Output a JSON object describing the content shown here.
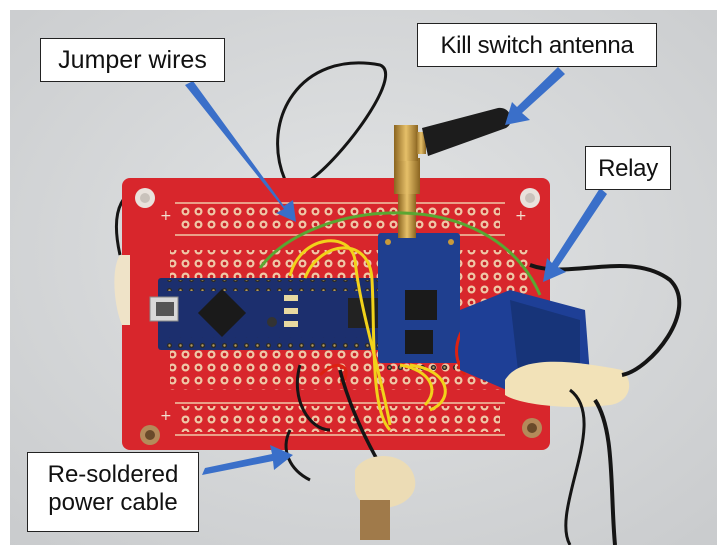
{
  "labels": {
    "jumper_wires": "Jumper wires",
    "kill_switch_antenna": "Kill switch antenna",
    "relay": "Relay",
    "power_cable_line1": "Re-soldered",
    "power_cable_line2": "power cable"
  },
  "colors": {
    "background": "#d9dbdc",
    "board_red": "#d8262c",
    "arduino_blue": "#1c2f6e",
    "rf_module_blue": "#1f3f8f",
    "relay_blue": "#1e3f96",
    "arrow_blue": "#3a6fc9",
    "wire_yellow": "#f2d21a",
    "wire_green": "#5aa632",
    "wire_black": "#151515",
    "brass": "#c99a3a"
  }
}
